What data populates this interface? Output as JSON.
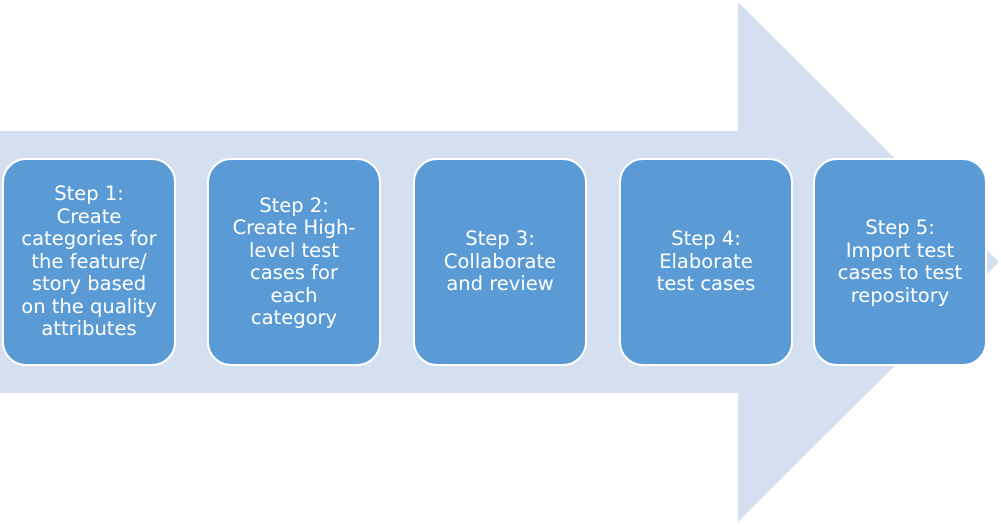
{
  "diagram": {
    "colors": {
      "arrow_fill": "#d4dfef",
      "step_fill": "#5b9bd5",
      "step_border": "#ffffff",
      "step_text": "#ffffff"
    },
    "steps": [
      {
        "text": "Step 1:\nCreate\ncategories for\nthe feature/\nstory based\non the quality\nattributes"
      },
      {
        "text": "Step 2:\nCreate High-\nlevel test\ncases for\neach\ncategory"
      },
      {
        "text": "Step 3:\nCollaborate\nand review"
      },
      {
        "text": "Step 4:\nElaborate\ntest cases"
      },
      {
        "text": "Step 5:\nImport test\ncases to test\nrepository"
      }
    ]
  }
}
